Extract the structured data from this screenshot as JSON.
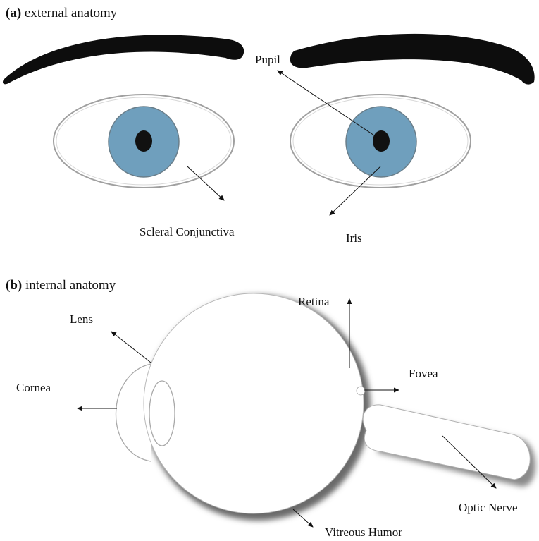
{
  "panels": {
    "a": {
      "tag": "(a)",
      "title": "external anatomy",
      "labels": {
        "pupil": "Pupil",
        "scleral_conjunctiva": "Scleral Conjunctiva",
        "iris": "Iris"
      }
    },
    "b": {
      "tag": "(b)",
      "title": "internal anatomy",
      "labels": {
        "retina": "Retina",
        "lens": "Lens",
        "fovea": "Fovea",
        "cornea": "Cornea",
        "optic_nerve": "Optic Nerve",
        "vitreous_humor": "Vitreous Humor"
      }
    }
  },
  "colors": {
    "iris": "#6f9fbd",
    "iris_outline": "#6a7e8a",
    "pupil": "#111111",
    "brow": "#0d0d0d",
    "outline": "#a0a0a0"
  }
}
